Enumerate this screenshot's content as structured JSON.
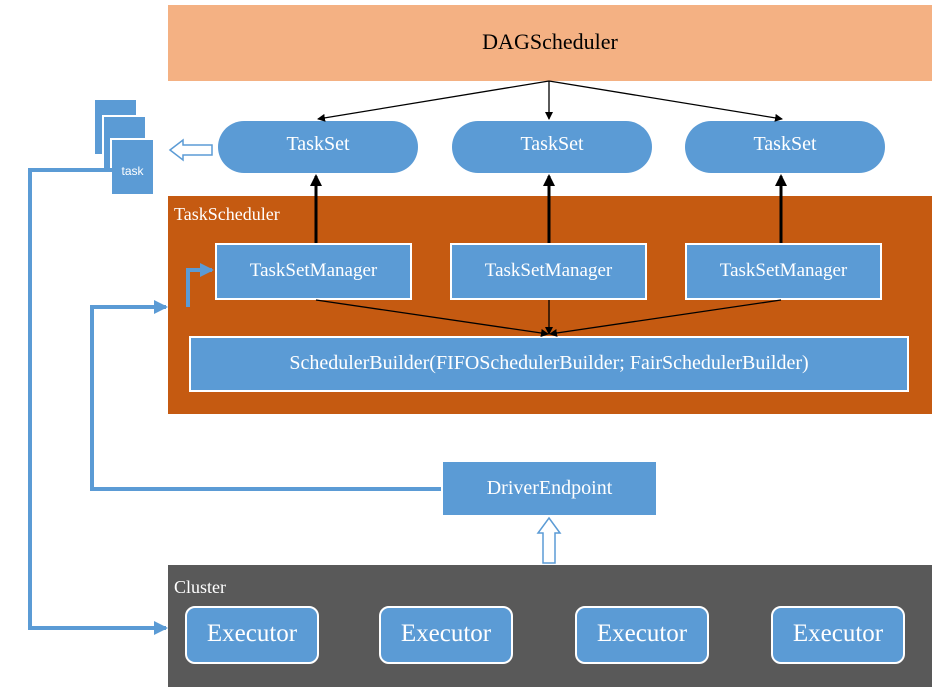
{
  "dag_scheduler": {
    "label": "DAGScheduler"
  },
  "task_sets": [
    "TaskSet",
    "TaskSet",
    "TaskSet"
  ],
  "task_card": {
    "label": "task"
  },
  "task_scheduler": {
    "title": "TaskScheduler",
    "managers": [
      "TaskSetManager",
      "TaskSetManager",
      "TaskSetManager"
    ],
    "scheduler_builder": "SchedulerBuilder(FIFOSchedulerBuilder; FairSchedulerBuilder)"
  },
  "driver_endpoint": {
    "label": "DriverEndpoint"
  },
  "cluster": {
    "title": "Cluster",
    "executors": [
      "Executor",
      "Executor",
      "Executor",
      "Executor"
    ]
  },
  "colors": {
    "dag_fill": "#f4b183",
    "node_blue": "#5b9bd5",
    "task_scheduler_fill": "#c55a11",
    "cluster_fill": "#595959"
  }
}
